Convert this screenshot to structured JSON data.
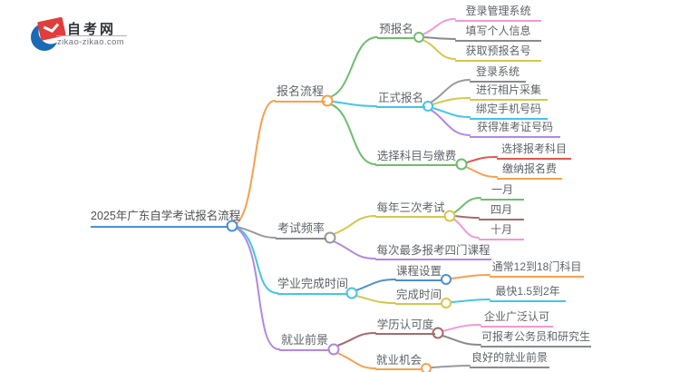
{
  "logo": {
    "title": "自考网",
    "url": "zikao-zikao.com"
  },
  "palette": {
    "blue": "#4a90d2",
    "orange": "#f7a04c",
    "green": "#6cbf6c",
    "cyan": "#44c5e8",
    "purple": "#b287e2",
    "gray": "#8a8a8a",
    "yellow": "#d2c84d",
    "pink": "#f19ad2",
    "maroon": "#a66a6a",
    "red": "#e2574d"
  },
  "mindmap": {
    "root": {
      "label": "2025年广东自学考试报名流程"
    },
    "branches": [
      {
        "label": "报名流程",
        "children": [
          {
            "label": "预报名",
            "children": [
              {
                "label": "登录管理系统"
              },
              {
                "label": "填写个人信息"
              },
              {
                "label": "获取预报名号"
              }
            ]
          },
          {
            "label": "正式报名",
            "children": [
              {
                "label": "登录系统"
              },
              {
                "label": "进行相片采集"
              },
              {
                "label": "绑定手机号码"
              },
              {
                "label": "获得准考证号码"
              }
            ]
          },
          {
            "label": "选择科目与缴费",
            "children": [
              {
                "label": "选择报考科目"
              },
              {
                "label": "缴纳报名费"
              }
            ]
          }
        ]
      },
      {
        "label": "考试频率",
        "children": [
          {
            "label": "每年三次考试",
            "children": [
              {
                "label": "一月"
              },
              {
                "label": "四月"
              },
              {
                "label": "十月"
              }
            ]
          },
          {
            "label": "每次最多报考四门课程",
            "children": []
          }
        ]
      },
      {
        "label": "学业完成时间",
        "children": [
          {
            "label": "课程设置",
            "children": [
              {
                "label": "通常12到18门科目"
              }
            ]
          },
          {
            "label": "完成时间",
            "children": [
              {
                "label": "最快1.5到2年"
              }
            ]
          }
        ]
      },
      {
        "label": "就业前景",
        "children": [
          {
            "label": "学历认可度",
            "children": [
              {
                "label": "企业广泛认可"
              },
              {
                "label": "可报考公务员和研究生"
              }
            ]
          },
          {
            "label": "就业机会",
            "children": [
              {
                "label": "良好的就业前景"
              }
            ]
          }
        ]
      }
    ]
  }
}
